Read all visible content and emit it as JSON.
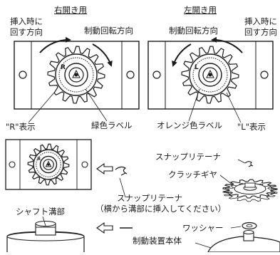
{
  "titles": {
    "right_open": "右開き用",
    "left_open": "左開き用"
  },
  "labels": {
    "insert_dir_line1": "挿入時に",
    "insert_dir_line2": "回す方向",
    "brake_dir": "制動回転方向",
    "r_mark": "\"R\"表示",
    "l_mark": "\"L\"表示",
    "green_label": "緑色ラベル",
    "orange_label": "オレンジ色ラベル",
    "snap_retainer": "スナップリテーナ",
    "clutch_gear": "クラッチギヤ",
    "snap_retainer_lower": "スナップリテーナ",
    "insert_note": "（横から溝部に挿入してください）",
    "shaft_groove": "シャフト溝部",
    "washer": "ワッシャー",
    "brake_body": "制動装置本体"
  },
  "gear_marks": {
    "right": "R",
    "left": "L"
  },
  "colors": {
    "line": "#1a1a1a",
    "fill": "#ffffff",
    "hatch": "#1a1a1a"
  }
}
